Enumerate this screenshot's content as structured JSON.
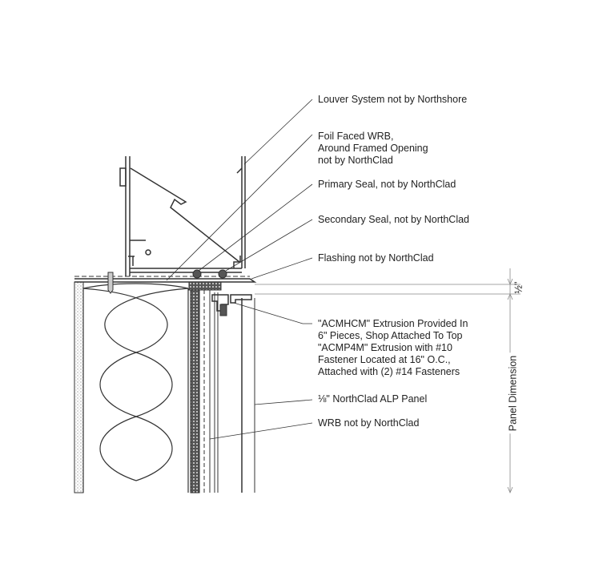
{
  "labels": {
    "louver": "Louver System not by Northshore",
    "foil_wrb": "Foil Faced WRB,\nAround Framed Opening\nnot by NorthClad",
    "primary_seal": "Primary Seal, not by NorthClad",
    "secondary_seal": "Secondary Seal, not by NorthClad",
    "flashing": "Flashing not by NorthClad",
    "extrusion": "\"ACMHCM\" Extrusion Provided In\n6\" Pieces, Shop Attached To Top\n\"ACMP4M\" Extrusion with #10\nFastener Located at 16\" O.C.,\nAttached with (2) #14 Fasteners",
    "panel": "⅛\" NorthClad ALP Panel",
    "wrb": "WRB not by NorthClad"
  },
  "dimensions": {
    "gap": "½\"",
    "panel": "Panel Dimension"
  },
  "colors": {
    "line": "#333333",
    "text": "#222222"
  }
}
